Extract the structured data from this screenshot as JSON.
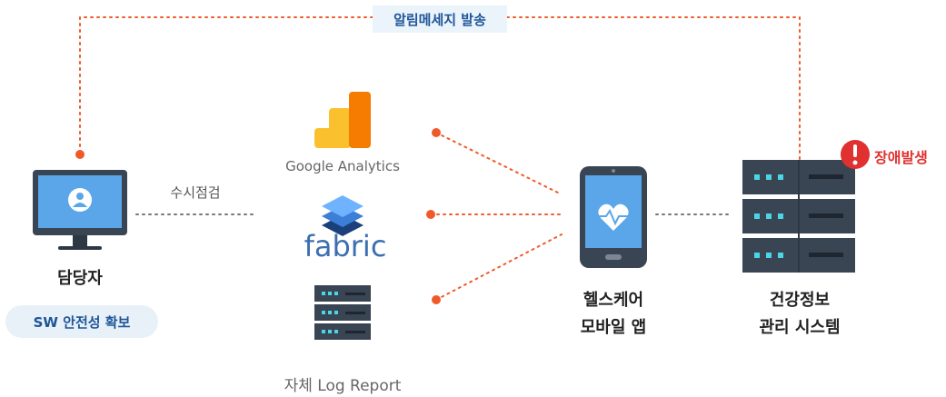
{
  "top_channel": {
    "label": "알림메세지 발송"
  },
  "manager": {
    "name": "담당자",
    "badge": "SW 안전성 확보",
    "link_label": "수시점검"
  },
  "monitoring_tools": [
    {
      "name": "Google Analytics",
      "icon": "google-analytics-icon"
    },
    {
      "name": "fabric",
      "icon": "fabric-layers-icon"
    },
    {
      "name": "자체 Log Report",
      "icon": "log-server-icon"
    }
  ],
  "mobile_app": {
    "line1": "헬스케어",
    "line2": "모바일 앱",
    "icon": "smartphone-heart-icon"
  },
  "health_system": {
    "line1": "건강정보",
    "line2": "관리 시스템",
    "icon": "server-rack-icon",
    "alert": {
      "label": "장애발생",
      "icon": "exclamation-icon",
      "color": "#e03030"
    }
  },
  "colors": {
    "connector": "#f05a28",
    "monitor_screen": "#5aa6e8",
    "monitor_body": "#3a4553",
    "server_body": "#3a4553",
    "server_led": "#4ad6e6",
    "badge_text": "#1e5598",
    "badge_bg": "#e8f1f8",
    "ga_orange": "#f57c00",
    "ga_yellow": "#fbc02d",
    "fabric_blue": "#3c6fb0"
  }
}
